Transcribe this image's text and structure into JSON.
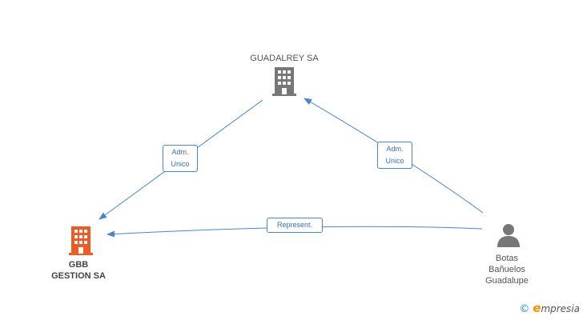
{
  "nodes": {
    "guadalrey": {
      "label": "GUADALREY SA",
      "color": "#777777",
      "type": "company"
    },
    "gbb": {
      "label_line1": "GBB",
      "label_line2": "GESTION SA",
      "color": "#ef5b26",
      "type": "company"
    },
    "botas": {
      "label_line1": "Botas",
      "label_line2": "Bañuelos",
      "label_line3": "Guadalupe",
      "color": "#777777",
      "type": "person"
    }
  },
  "edges": {
    "guadalrey_to_gbb": {
      "label": "Adm.\nUnico"
    },
    "botas_to_guadalrey": {
      "label": "Adm.\nUnico"
    },
    "botas_to_gbb": {
      "label": "Represent."
    }
  },
  "colors": {
    "edge": "#4a86c8"
  },
  "brand": {
    "copyright": "©",
    "e": "e",
    "rest": "mpresia"
  }
}
